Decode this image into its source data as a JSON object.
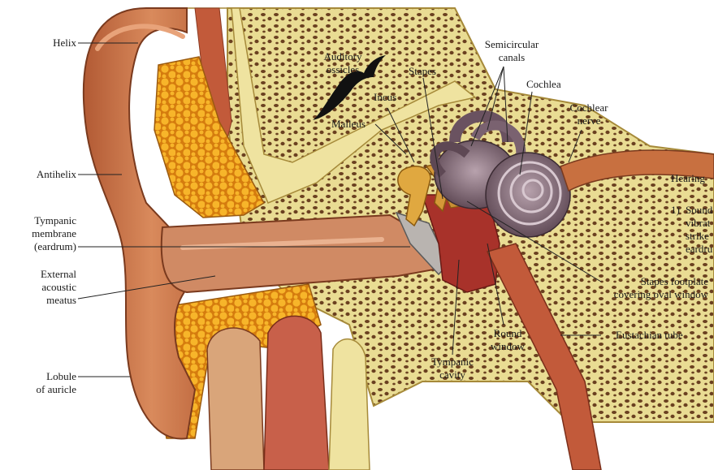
{
  "labels": {
    "helix": "Helix",
    "antihelix": "Antihelix",
    "tympanic_membrane": [
      "Tympanic",
      "membrane",
      "(eardrum)"
    ],
    "external_acoustic_meatus": [
      "External",
      "acoustic",
      "meatus"
    ],
    "lobule": [
      "Lobule",
      "of auricle"
    ],
    "auditory_ossicles": [
      "Auditory",
      "ossicles"
    ],
    "malleus": "Malleus",
    "incus": "Incus",
    "stapes": "Stapes",
    "semicircular_canals": [
      "Semicircular",
      "canals"
    ],
    "cochlea": "Cochlea",
    "cochlear_nerve": [
      "Cochlear",
      "nerve"
    ],
    "stapes_footplate": [
      "Stapes footplate",
      "covering oval window"
    ],
    "round_window": [
      "Round",
      "window"
    ],
    "tympanic_cavity": [
      "Tympanic",
      "cavity"
    ],
    "eustachian_tube": "Eustachian tube"
  },
  "side_text": {
    "heading": "Hearing",
    "item_number": "1)",
    "item_lines": [
      "Sound",
      "vibrat",
      "strike",
      "eardru"
    ]
  },
  "colors": {
    "skin": "#c4683a",
    "bone": "#efe3a0",
    "fat": "#f2a21a",
    "cochlea": "#7d6470",
    "cartilage": "#f0ddb8",
    "muscle": "#c25a3a"
  }
}
